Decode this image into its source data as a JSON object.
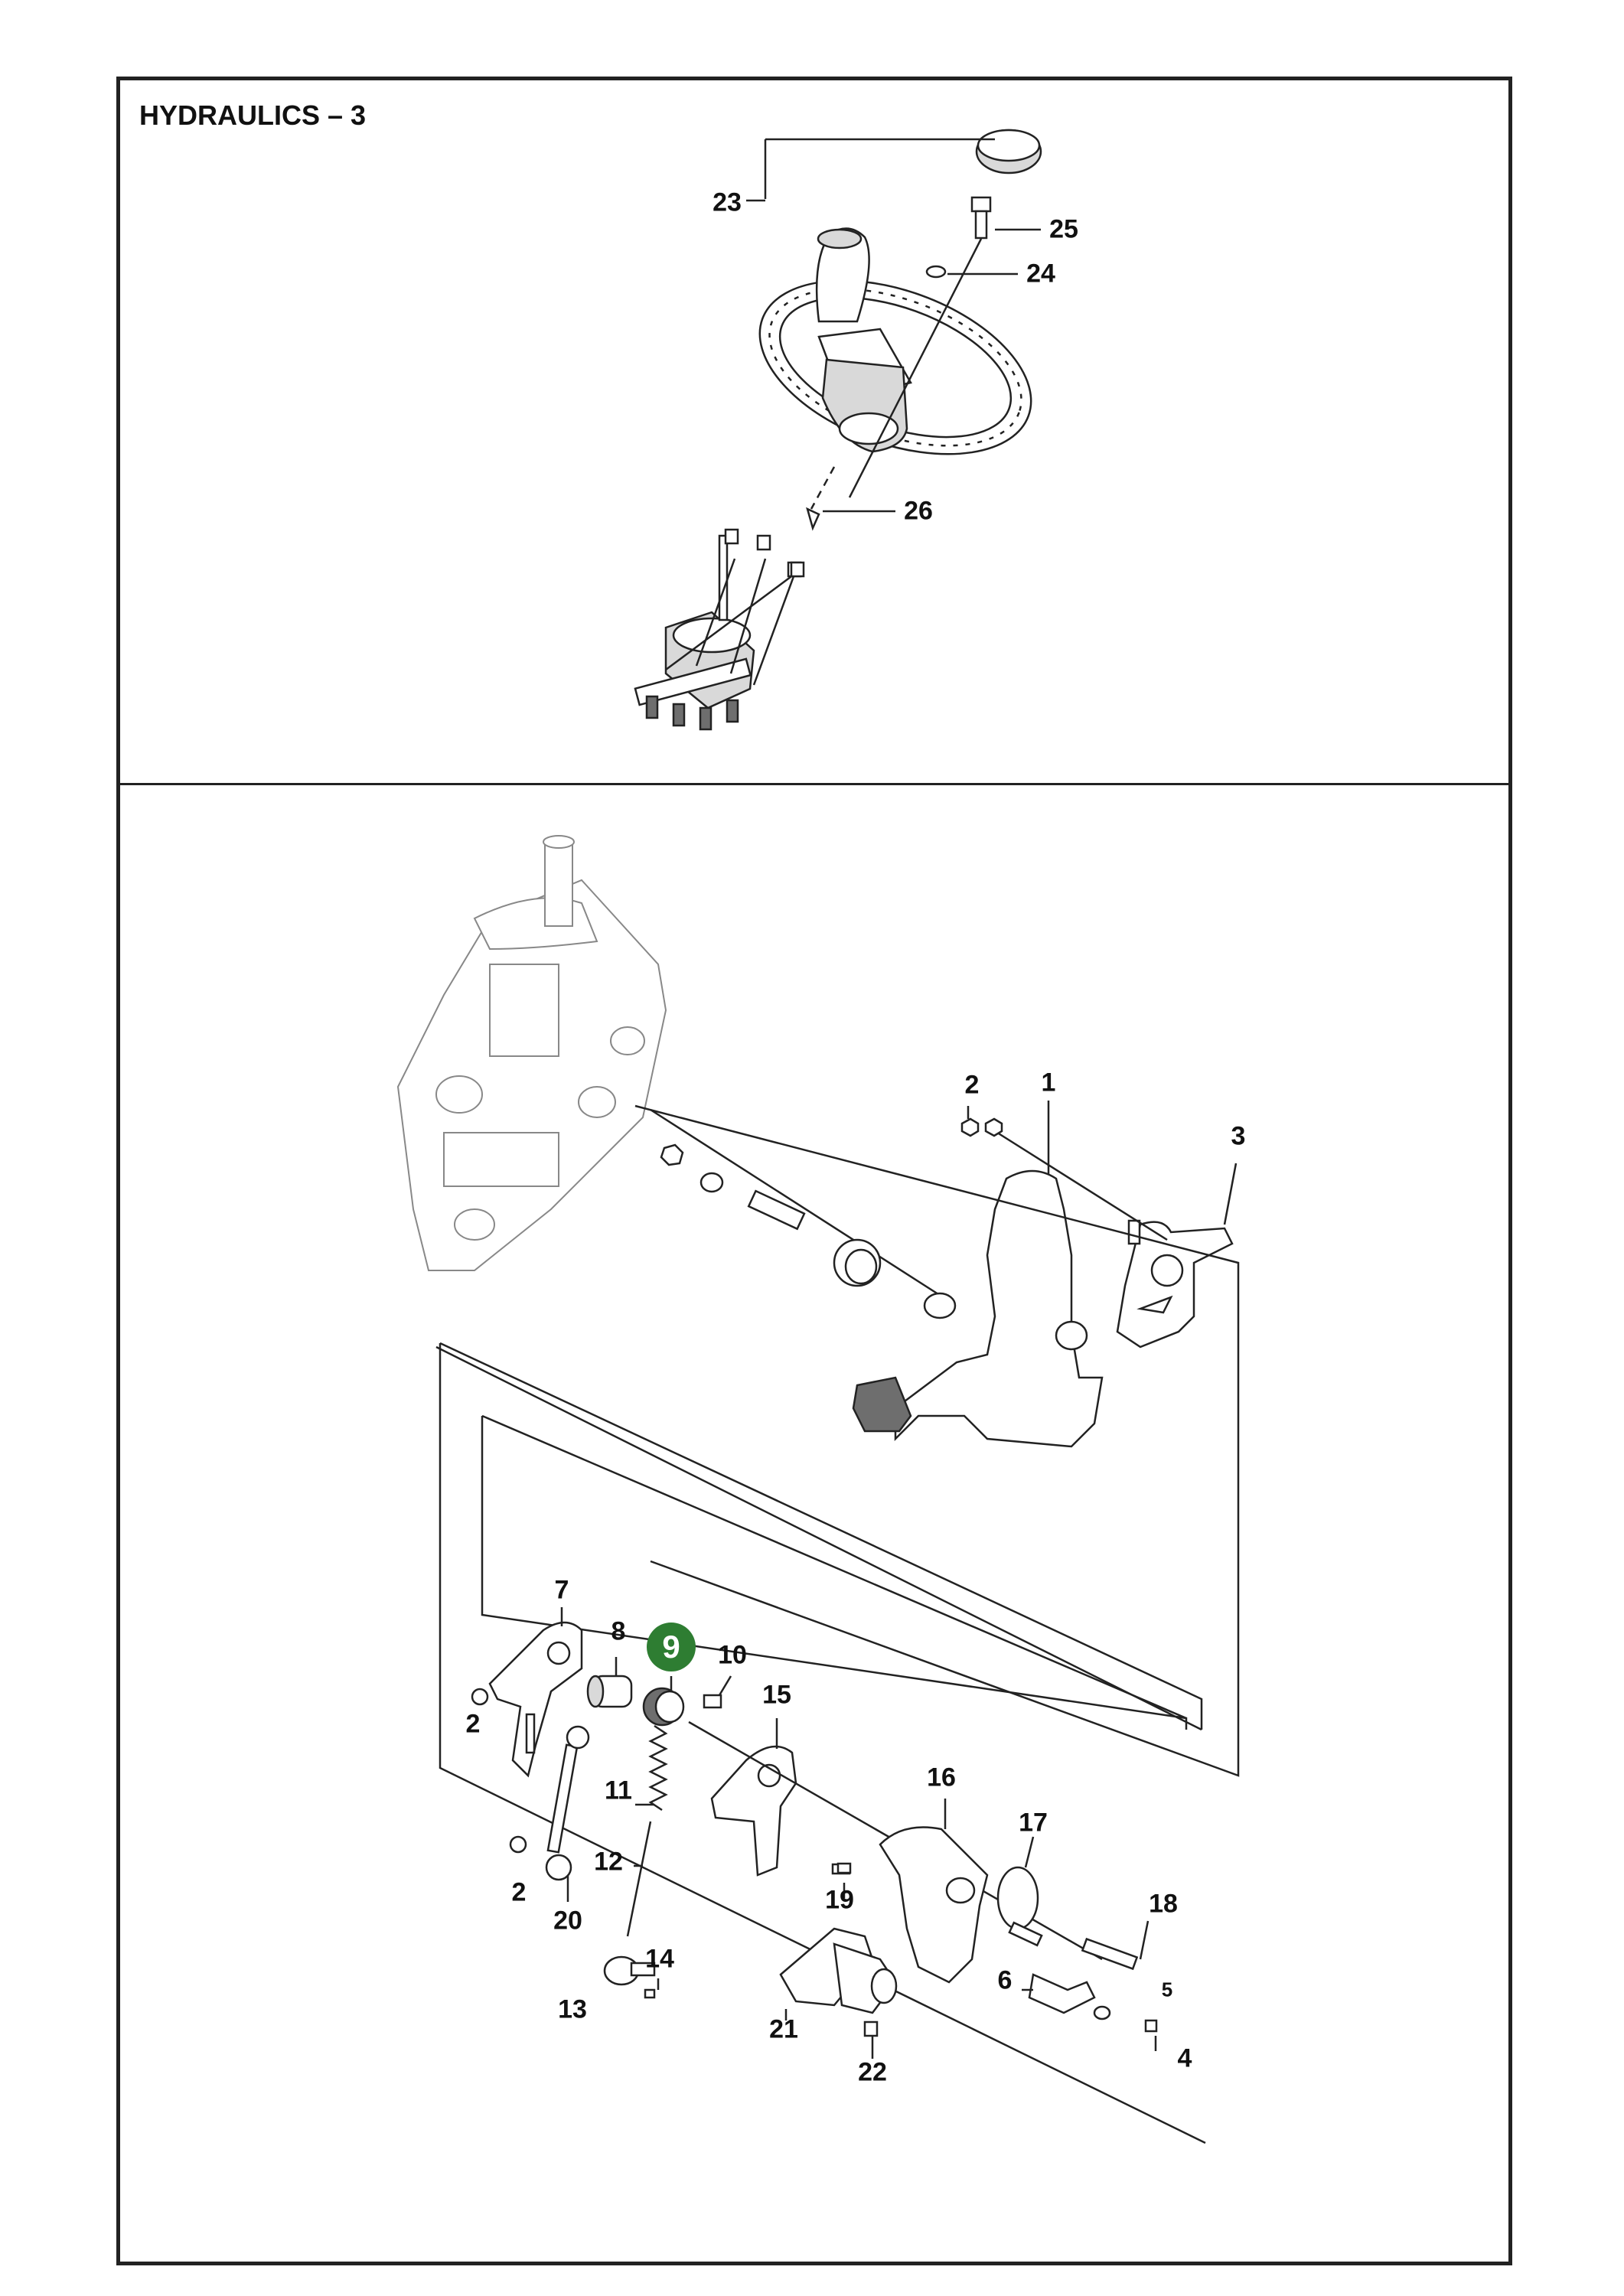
{
  "title": "HYDRAULICS – 3",
  "highlight": {
    "label": "9",
    "color": "#2e7d32"
  },
  "callouts": {
    "c1": "1",
    "c2a": "2",
    "c2b": "2",
    "c2c": "2",
    "c3": "3",
    "c4": "4",
    "c5": "5",
    "c6": "6",
    "c7": "7",
    "c8": "8",
    "c10": "10",
    "c11": "11",
    "c12": "12",
    "c13": "13",
    "c14": "14",
    "c15": "15",
    "c16": "16",
    "c17": "17",
    "c18": "18",
    "c19": "19",
    "c20": "20",
    "c21": "21",
    "c22": "22",
    "c23": "23",
    "c24": "24",
    "c25": "25",
    "c26": "26"
  }
}
